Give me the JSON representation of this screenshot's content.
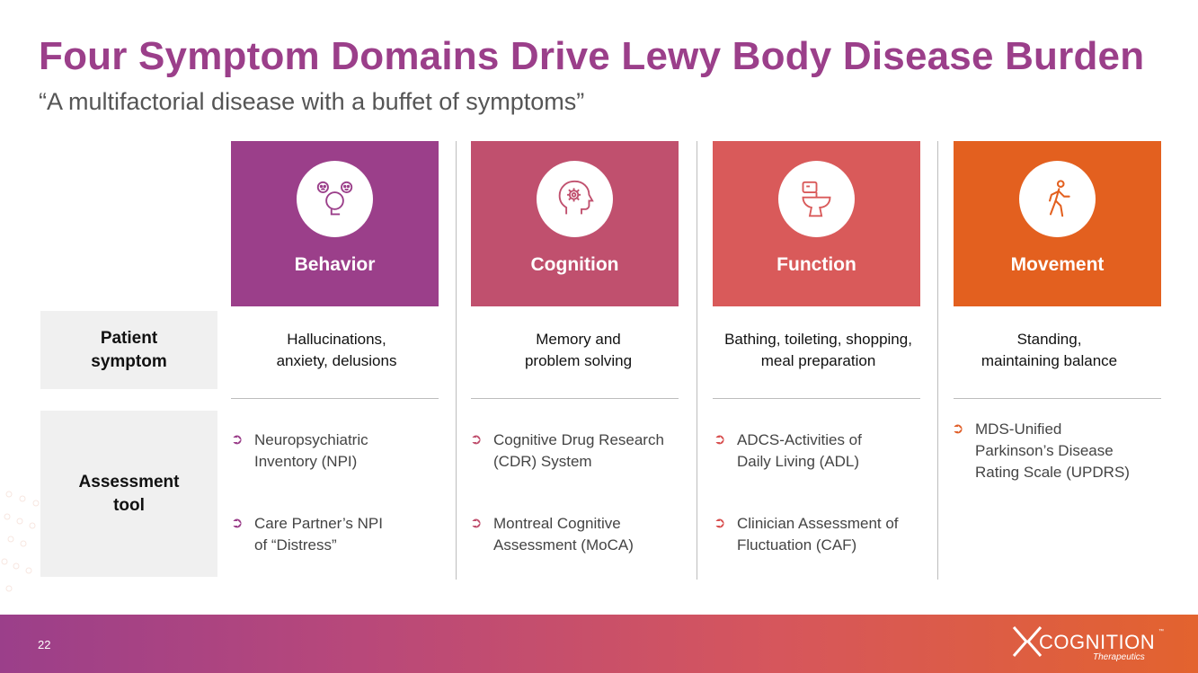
{
  "header": {
    "title": "Four Symptom Domains Drive Lewy Body Disease Burden",
    "subtitle": "“A multifactorial disease with a buffet of symptoms”"
  },
  "row_labels": {
    "patient_symptom": "Patient symptom",
    "assessment_tool": "Assessment tool"
  },
  "domains": [
    {
      "label": "Behavior",
      "color": "#9b3f8a",
      "icon": "behavior-head-icon",
      "symptom_line1": "Hallucinations,",
      "symptom_line2": "anxiety, delusions",
      "tools": [
        "Neuropsychiatric Inventory (NPI)",
        "Care Partner’s NPI of “Distress”"
      ]
    },
    {
      "label": "Cognition",
      "color": "#c0506e",
      "icon": "brain-gear-icon",
      "symptom_line1": "Memory and",
      "symptom_line2": "problem solving",
      "tools": [
        "Cognitive Drug Research (CDR) System",
        "Montreal Cognitive Assessment (MoCA)"
      ]
    },
    {
      "label": "Function",
      "color": "#d95a5a",
      "icon": "toilet-icon",
      "symptom_line1": "Bathing, toileting, shopping,",
      "symptom_line2": "meal preparation",
      "tools": [
        "ADCS-Activities of Daily Living (ADL)",
        "Clinician Assessment of Fluctuation (CAF)"
      ]
    },
    {
      "label": "Movement",
      "color": "#e3601f",
      "icon": "walking-person-icon",
      "symptom_line1": "Standing,",
      "symptom_line2": "maintaining balance",
      "tools": [
        "MDS-Unified Parkinson’s Disease Rating Scale (UPDRS)"
      ]
    }
  ],
  "bullet_glyph": "➲",
  "footer": {
    "page_number": "22",
    "logo_name": "COGNITION",
    "logo_tm": "™",
    "logo_sub": "Therapeutics"
  }
}
